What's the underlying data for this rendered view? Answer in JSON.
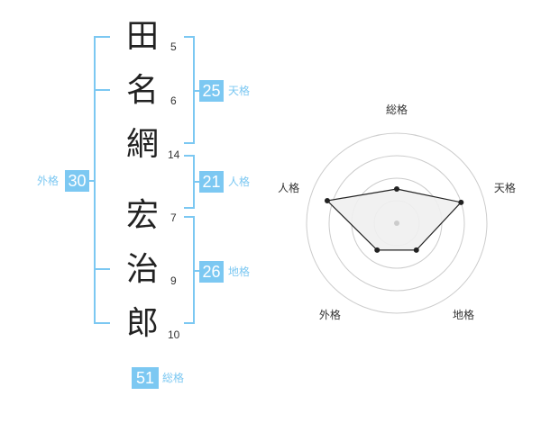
{
  "name": {
    "characters": [
      {
        "char": "田",
        "strokes": "5"
      },
      {
        "char": "名",
        "strokes": "6"
      },
      {
        "char": "網",
        "strokes": "14"
      },
      {
        "char": "宏",
        "strokes": "7"
      },
      {
        "char": "治",
        "strokes": "9"
      },
      {
        "char": "郎",
        "strokes": "10"
      }
    ]
  },
  "fortune": {
    "tenkaku": {
      "value": "25",
      "label": "天格"
    },
    "jinkaku": {
      "value": "21",
      "label": "人格"
    },
    "chikaku": {
      "value": "26",
      "label": "地格"
    },
    "gaikaku": {
      "value": "30",
      "label": "外格"
    },
    "soukaku": {
      "value": "51",
      "label": "総格"
    }
  },
  "colors": {
    "accent": "#7cc8f2",
    "text": "#222222",
    "radar_fill": "#efefef",
    "radar_line": "#222222",
    "ring": "#cccccc"
  },
  "chart_data": {
    "type": "radar",
    "axes": [
      "総格",
      "天格",
      "地格",
      "外格",
      "人格"
    ],
    "values": [
      0.38,
      0.75,
      0.37,
      0.37,
      0.81
    ],
    "range": [
      0,
      1
    ],
    "rings": 4
  }
}
